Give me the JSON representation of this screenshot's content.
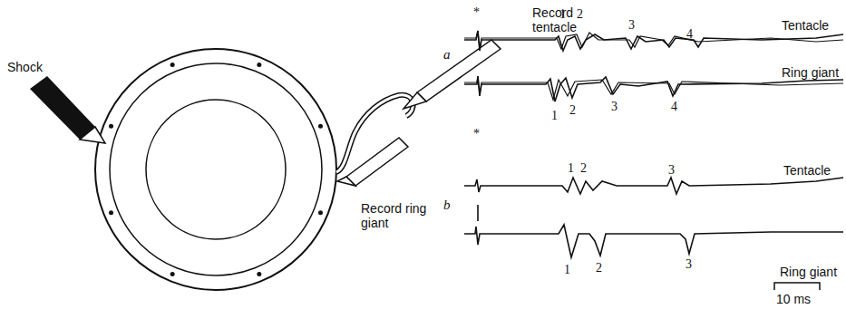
{
  "diagram": {
    "labels": [
      "Record tentacle",
      "Shock",
      "Record ring giant",
      "*",
      "1",
      "2",
      "3",
      "4",
      "Tentacle",
      "a",
      "1",
      "2",
      "3",
      "4",
      "Ring giant",
      "*",
      "1",
      "2",
      "3",
      "Tentacle",
      "b",
      "1",
      "2",
      "3",
      "Ring giant",
      "10 ms"
    ]
  }
}
